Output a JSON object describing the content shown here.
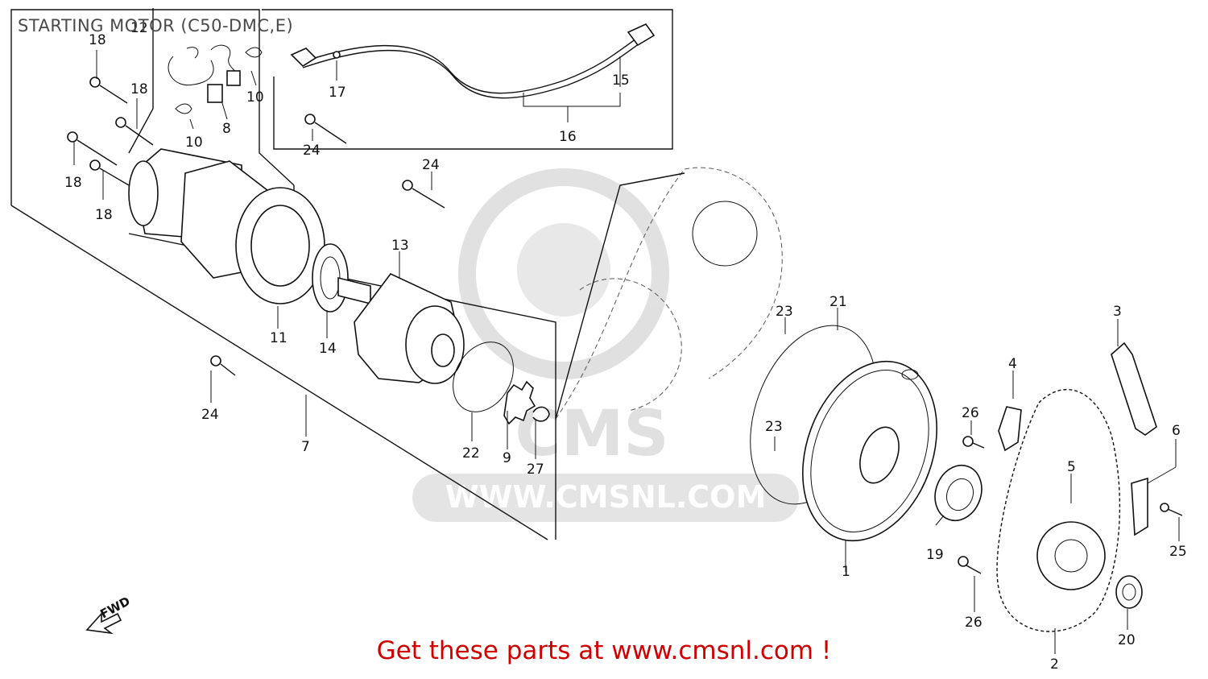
{
  "title": "STARTING MOTOR (C50-DMC,E)",
  "footer": "Get these parts at www.cmsnl.com !",
  "watermark": {
    "brand": "CMS",
    "url": "WWW.CMSNL.COM"
  },
  "fwd_label": "FWD",
  "callouts": {
    "c1": "1",
    "c2": "2",
    "c3": "3",
    "c4": "4",
    "c5": "5",
    "c6": "6",
    "c7": "7",
    "c8": "8",
    "c9": "9",
    "c10a": "10",
    "c10b": "10",
    "c11": "11",
    "c12": "12",
    "c13": "13",
    "c14": "14",
    "c15": "15",
    "c16": "16",
    "c17": "17",
    "c18a": "18",
    "c18b": "18",
    "c18c": "18",
    "c18d": "18",
    "c19": "19",
    "c20": "20",
    "c21": "21",
    "c22": "22",
    "c23a": "23",
    "c23b": "23",
    "c24a": "24",
    "c24b": "24",
    "c24c": "24",
    "c25": "25",
    "c26a": "26",
    "c26b": "26",
    "c27": "27"
  },
  "colors": {
    "line": "#111111",
    "title": "#4a4a4a",
    "footer": "#d00000",
    "watermark": "#c8c8c8"
  }
}
